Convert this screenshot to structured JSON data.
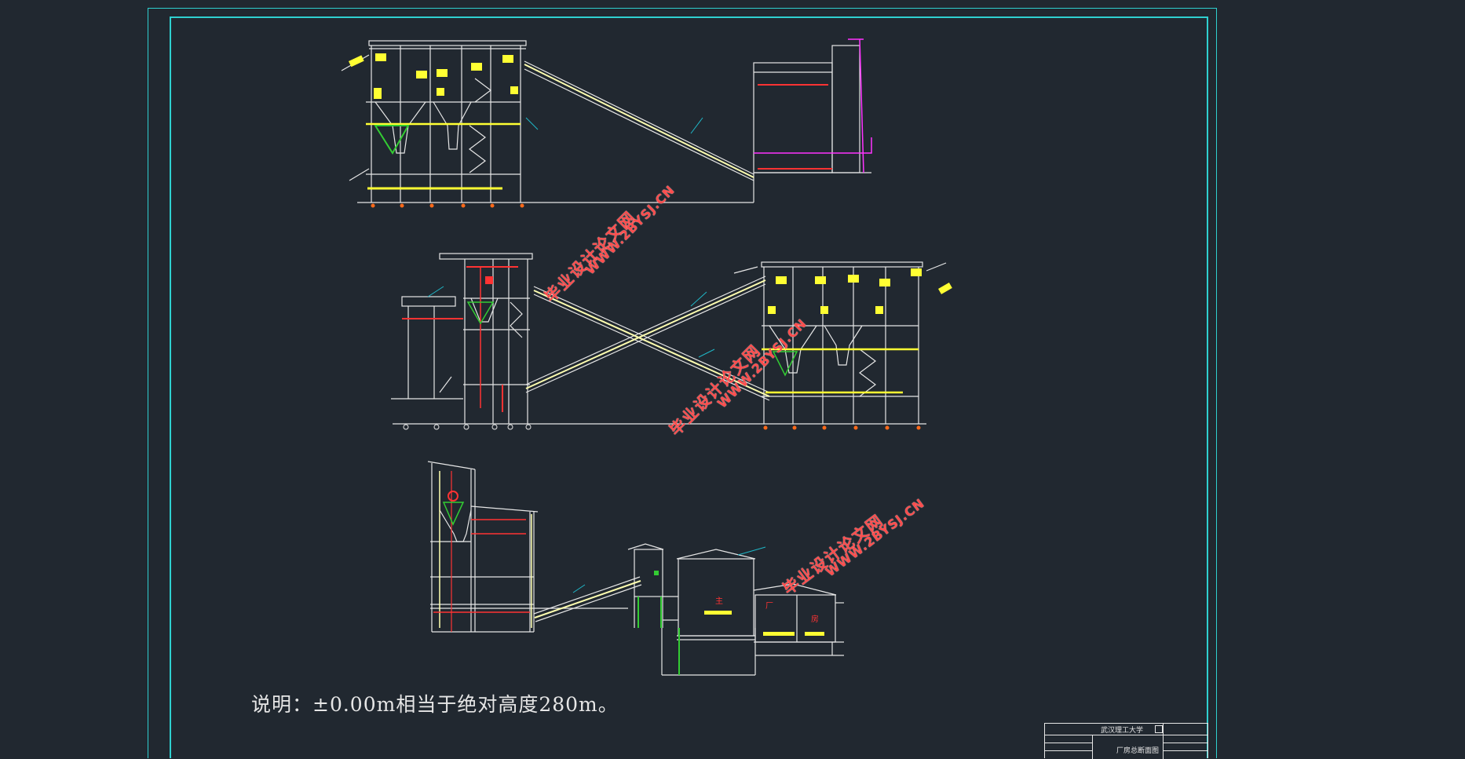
{
  "drawing": {
    "note": "说明：±0.00m相当于绝对高度280m。",
    "title_block": {
      "school": "武汉理工大学",
      "drawing_title": "厂房总断面图"
    },
    "labels": {
      "main_building_char_1": "主",
      "main_building_char_2": "厂",
      "main_building_char_3": "房"
    },
    "watermark": {
      "cn": "毕业设计论文网",
      "url": "WWW.2BYSJ.CN"
    },
    "colors": {
      "background": "#212830",
      "frame": "#2fd0d0",
      "structure": "#e6e6e6",
      "equipment": "#ffff33",
      "conveyor": "#ffffb0",
      "green": "#33cc33",
      "red": "#ff3333",
      "magenta": "#ff33ff",
      "cyan_leader": "#1fb8c8"
    }
  }
}
